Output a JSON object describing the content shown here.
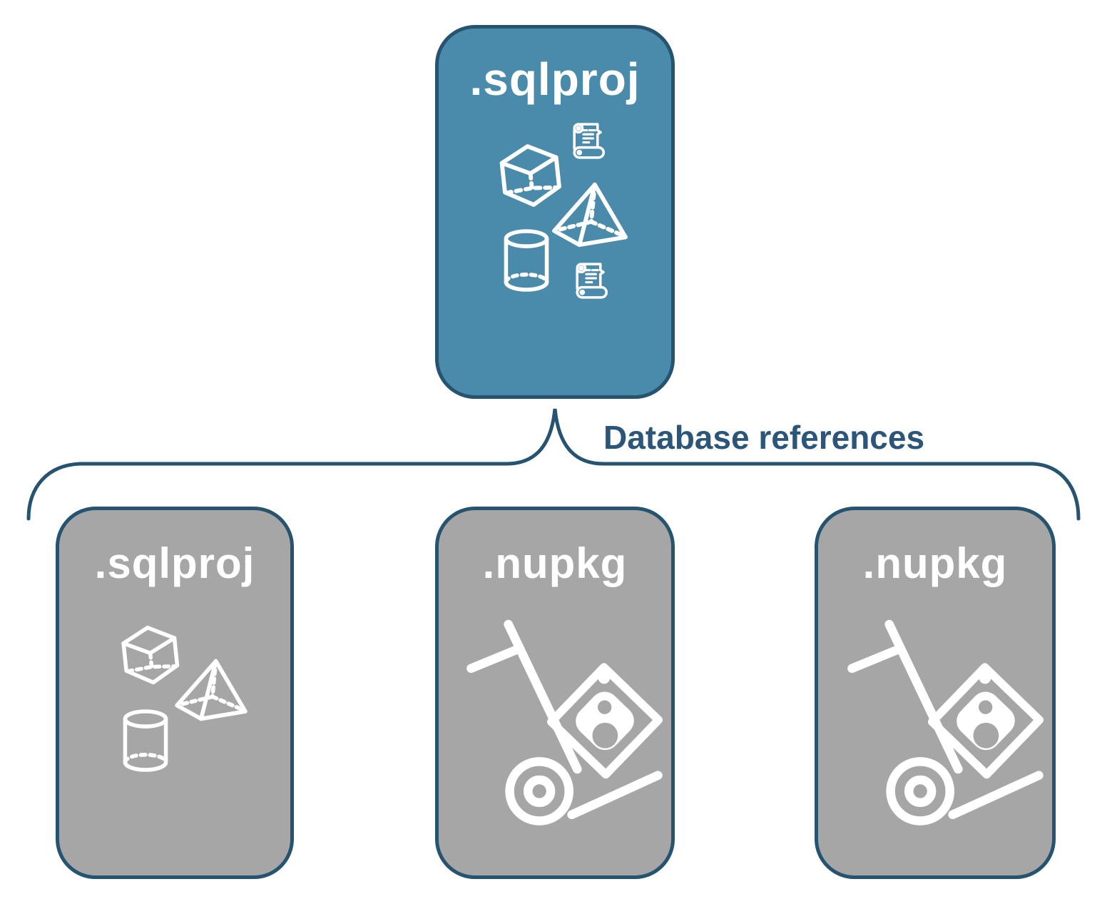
{
  "diagram": {
    "root": {
      "label": ".sqlproj",
      "icons": [
        "cube",
        "scroll",
        "pyramid",
        "cylinder",
        "scroll"
      ]
    },
    "connector": {
      "label": "Database references"
    },
    "children": [
      {
        "label": ".sqlproj",
        "icons": [
          "cube",
          "pyramid",
          "cylinder"
        ]
      },
      {
        "label": ".nupkg",
        "icons": [
          "nuget-hand-truck"
        ]
      },
      {
        "label": ".nupkg",
        "icons": [
          "nuget-hand-truck"
        ]
      }
    ],
    "colors": {
      "root_fill": "#4A8BAB",
      "child_fill": "#A6A6A6",
      "border": "#26536F",
      "connector_stroke": "#26536F",
      "label_text": "#2B567A",
      "icon_color": "#FFFFFF"
    }
  }
}
